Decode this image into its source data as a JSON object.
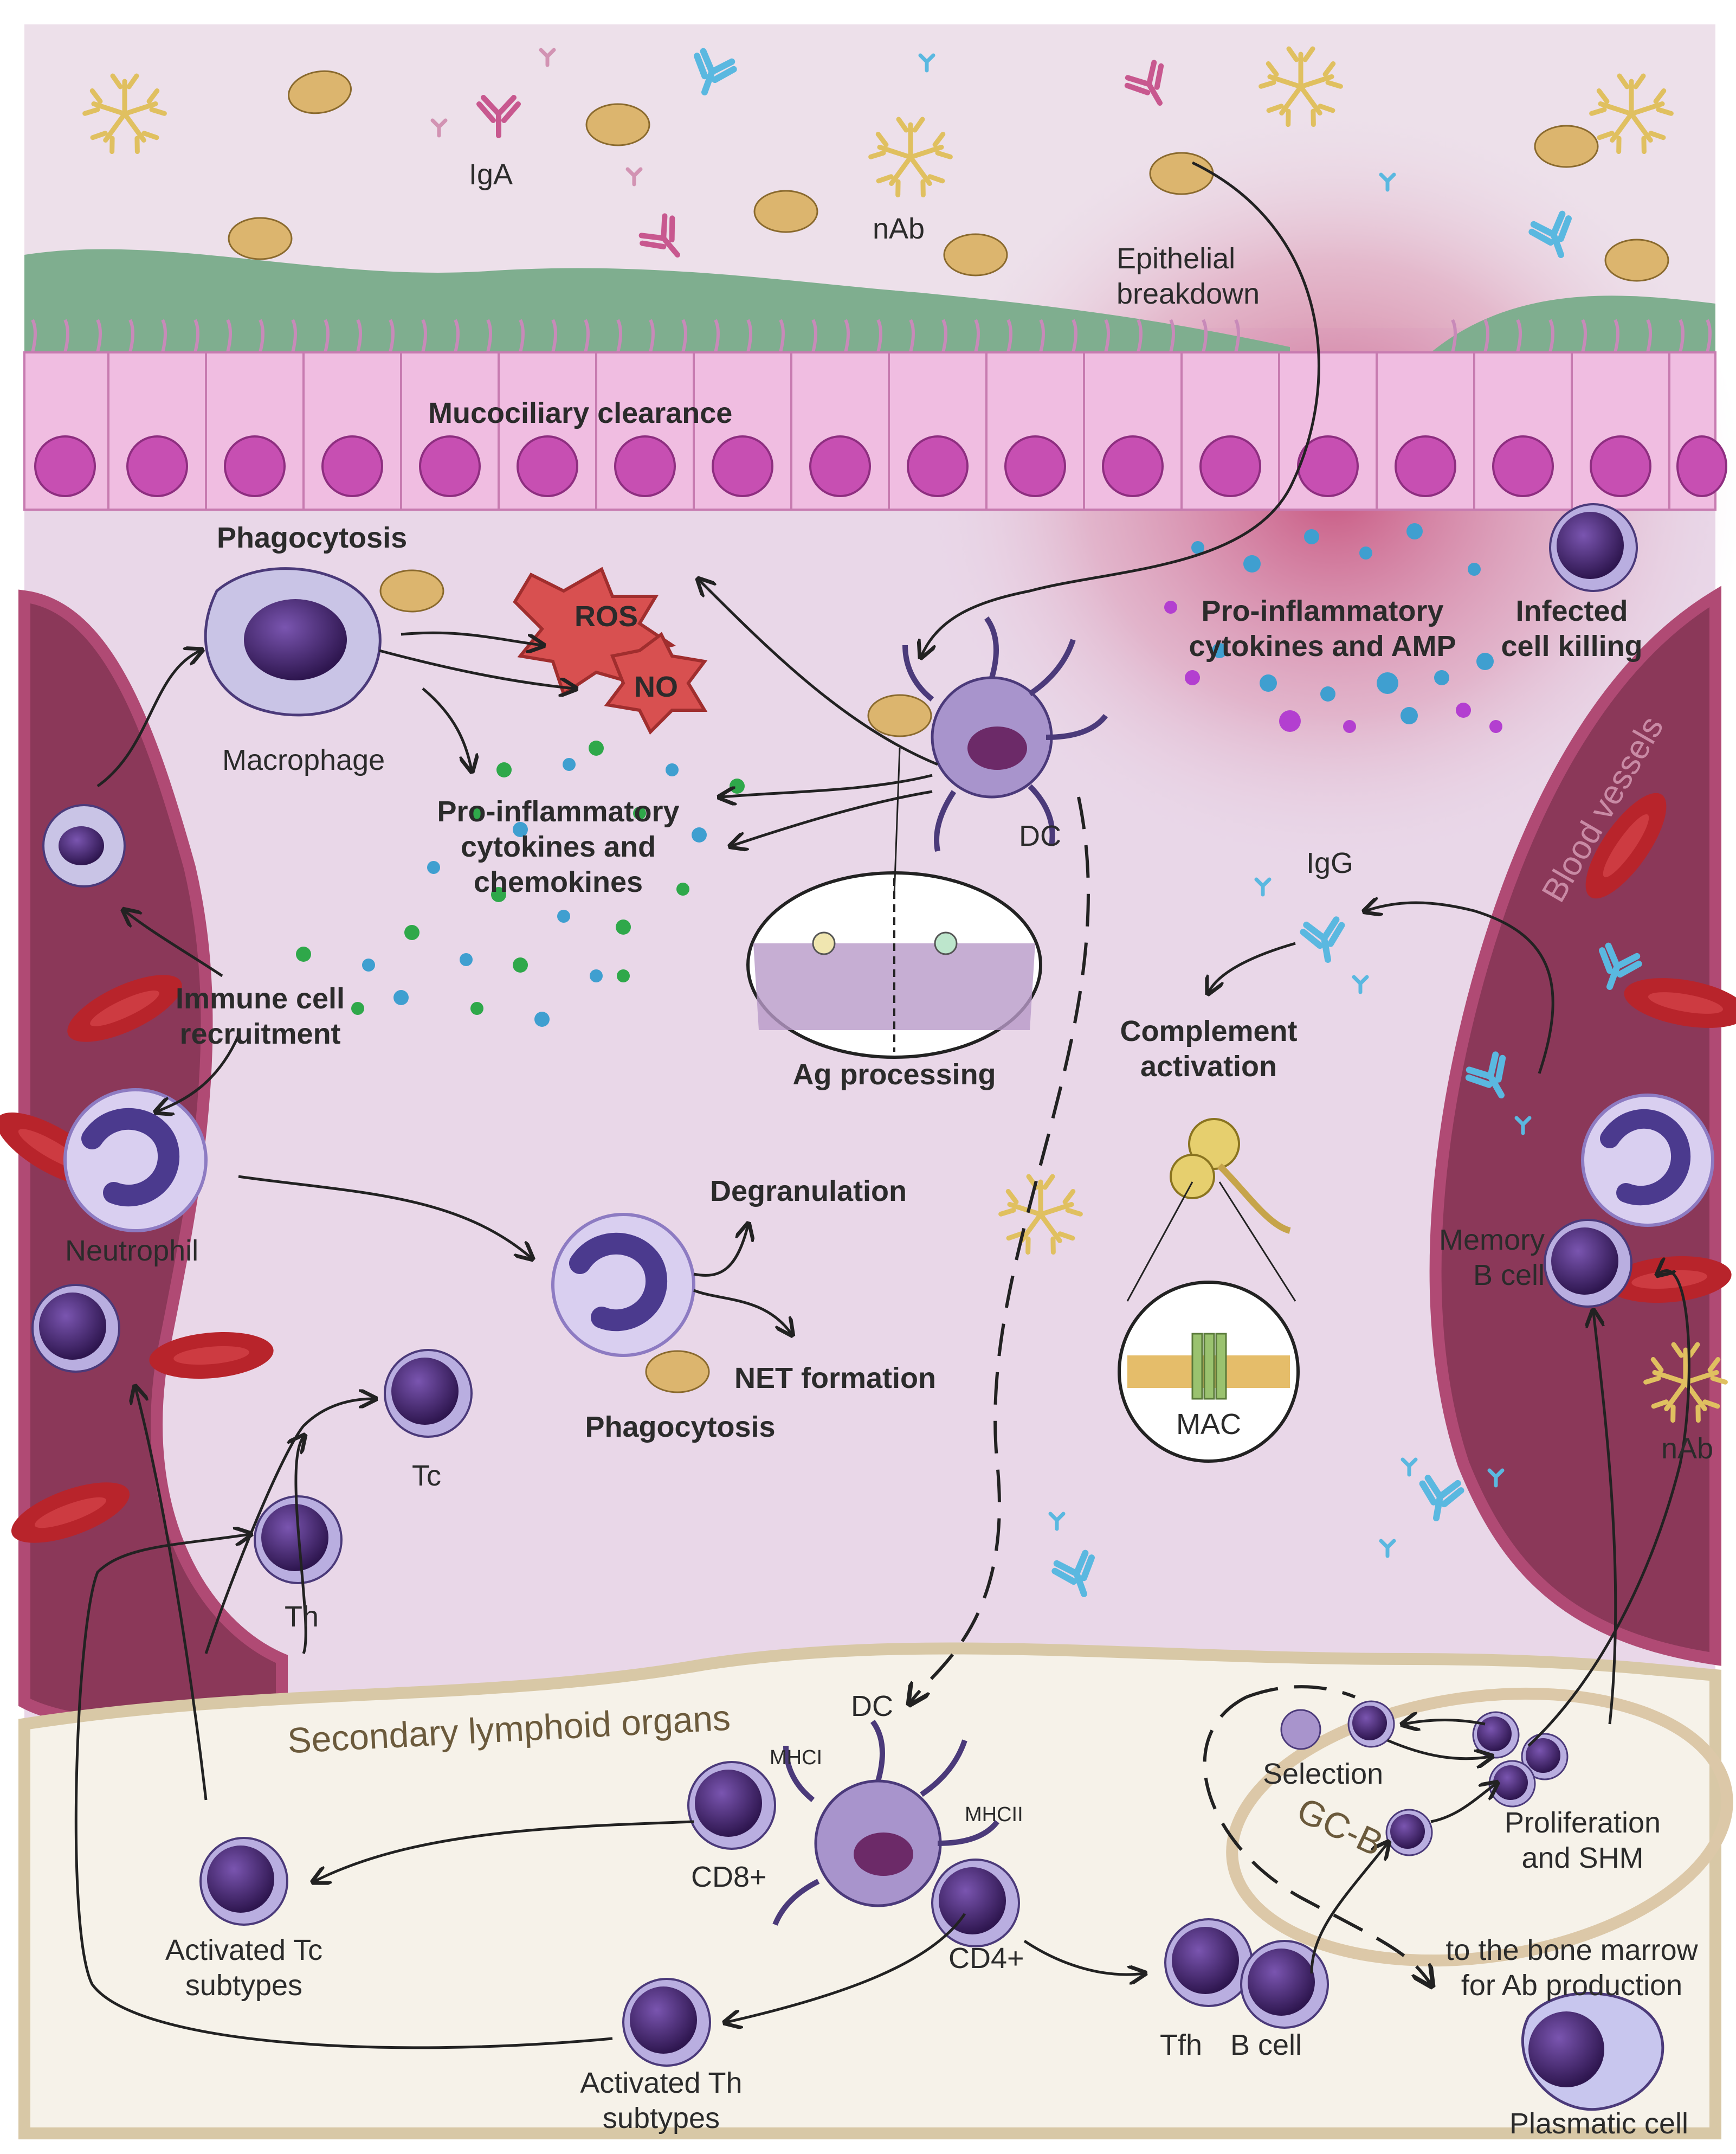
{
  "labels": {
    "iga": "IgA",
    "nab_top": "nAb",
    "epithelial_breakdown_1": "Epithelial",
    "epithelial_breakdown_2": "breakdown",
    "mucociliary": "Mucociliary clearance",
    "phagocytosis_top": "Phagocytosis",
    "ros": "ROS",
    "no": "NO",
    "macrophage": "Macrophage",
    "proinflam_chemo_1": "Pro-inflammatory",
    "proinflam_chemo_2": "cytokines and",
    "proinflam_chemo_3": "chemokines",
    "proinflam_amp_1": "Pro-inflammatory",
    "proinflam_amp_2": "cytokines and AMP",
    "infected_1": "Infected",
    "infected_2": "cell killing",
    "dc_top": "DC",
    "blood_vessels": "Blood vessels",
    "igg": "IgG",
    "immune_recruit_1": "Immune cell",
    "immune_recruit_2": "recruitment",
    "ag_processing": "Ag processing",
    "complement_1": "Complement",
    "complement_2": "activation",
    "neutrophil": "Neutrophil",
    "degranulation": "Degranulation",
    "net_formation": "NET formation",
    "phagocytosis_bottom": "Phagocytosis",
    "memory_1": "Memory",
    "memory_2": "B cell",
    "mac": "MAC",
    "nab_right": "nAb",
    "tc": "Tc",
    "th": "Th",
    "secondary_lymphoid": "Secondary lymphoid organs",
    "dc_bottom": "DC",
    "mhci": "MHCI",
    "mhcii": "MHCII",
    "selection": "Selection",
    "gc_b": "GC-B",
    "proliferation_1": "Proliferation",
    "proliferation_2": "and SHM",
    "cd8": "CD8+",
    "cd4": "CD4+",
    "activated_tc_1": "Activated Tc",
    "activated_tc_2": "subtypes",
    "activated_th_1": "Activated Th",
    "activated_th_2": "subtypes",
    "tfh": "Tfh",
    "b_cell": "B cell",
    "bone_marrow_1": "to the bone marrow",
    "bone_marrow_2": "for Ab production",
    "plasmatic": "Plasmatic cell"
  },
  "colors": {
    "lumen": "#ede0ea",
    "mucus": "#7fae8f",
    "epithelium": "#f0bde1",
    "nucleus": "#c74fb2",
    "tissue": "#e9d7e8",
    "vessel": "#8b3859",
    "vessel_wall": "#b04a74",
    "lymphoid": "#f6f2e9",
    "lymphoid_border": "#d8c8a6",
    "cell_dark": "#44226e",
    "cell_ring": "#9c8bc8",
    "rbc": "#b8242b",
    "antibody_blue": "#5ab8e0",
    "antibody_pink": "#c8588f",
    "pathogen_tan": "#dcb56e",
    "ros_red": "#d85050",
    "arrow": "#222222"
  }
}
